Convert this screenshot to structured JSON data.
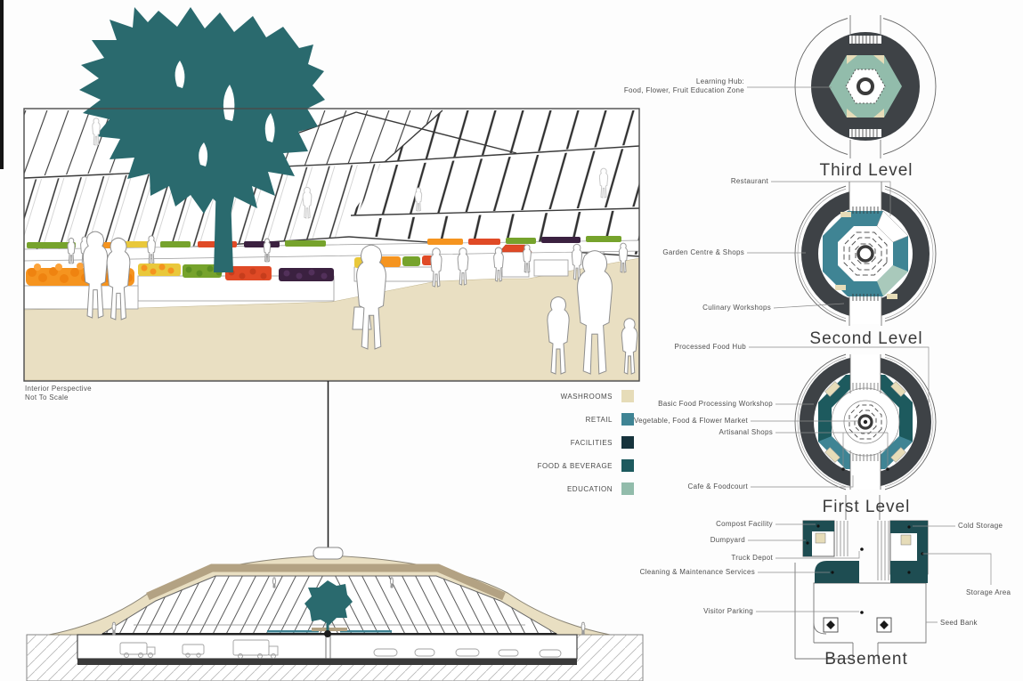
{
  "board": {
    "caption_line1": "Interior Perspective",
    "caption_line2": "Not To Scale"
  },
  "legend": {
    "items": [
      {
        "label": "WASHROOMS",
        "color": "#e6dcb8"
      },
      {
        "label": "RETAIL",
        "color": "#3f8494"
      },
      {
        "label": "FACILITIES",
        "color": "#16333c"
      },
      {
        "label": "FOOD & BEVERAGE",
        "color": "#1d5a5e"
      },
      {
        "label": "EDUCATION",
        "color": "#92bcab"
      }
    ]
  },
  "plans": {
    "third": {
      "title": "Third Level",
      "labels": {
        "learning_hub_line1": "Learning Hub:",
        "learning_hub_line2": "Food, Flower, Fruit Education Zone"
      }
    },
    "second": {
      "title": "Second Level",
      "labels": {
        "restaurant": "Restaurant",
        "garden_centre": "Garden Centre & Shops",
        "culinary": "Culinary Workshops"
      }
    },
    "first": {
      "title": "First Level",
      "labels": {
        "processed": "Processed Food Hub",
        "basic": "Basic Food Processing Workshop",
        "vegetable": "Vegetable, Food & Flower Market",
        "artisanal": "Artisanal Shops",
        "cafe": "Cafe & Foodcourt"
      }
    },
    "basement": {
      "title": "Basement",
      "labels": {
        "compost": "Compost Facility",
        "dumpyard": "Dumpyard",
        "truck": "Truck Depot",
        "cleaning": "Cleaning & Maintenance Services",
        "visitor": "Visitor Parking",
        "cold": "Cold Storage",
        "storage": "Storage Area",
        "seed": "Seed Bank"
      }
    }
  },
  "colors": {
    "tree": "#2a6a6e",
    "floor_beige": "#e9dfc2",
    "charcoal_ring": "#3e4246",
    "roof_tan": "#b3a283"
  }
}
